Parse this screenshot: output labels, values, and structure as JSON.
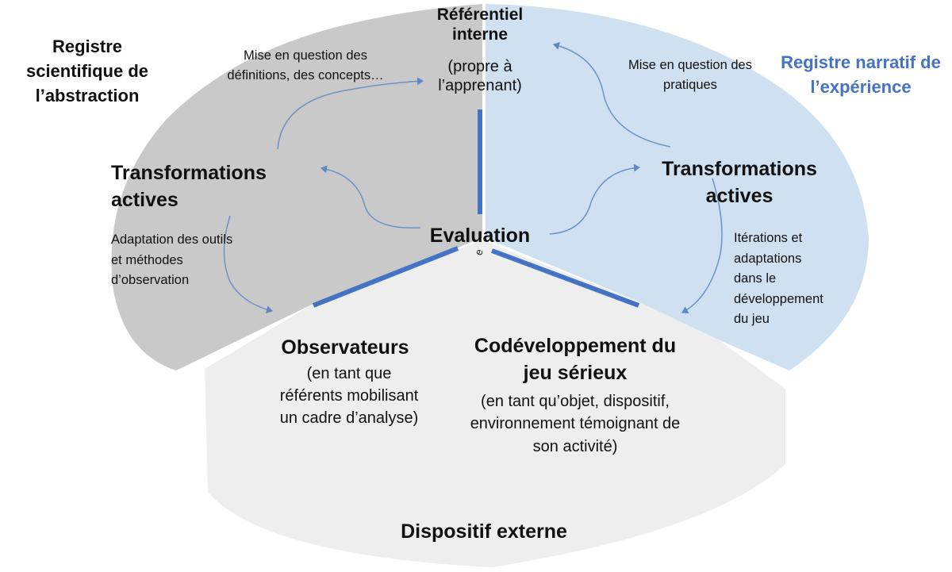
{
  "colors": {
    "left_sector": "#c9c9c9",
    "right_sector": "#cfe0f1",
    "bottom_sector": "#eeeeee",
    "divider": "#4472c4",
    "arrow": "#6c93c7",
    "blue_text": "#4472c4"
  },
  "referentiel": {
    "title": "Référentiel interne",
    "sub": "(propre à l’apprenant)"
  },
  "left_register": {
    "title": "Registre scientifique de l’abstraction"
  },
  "right_register": {
    "title": "Registre narratif de l’expérience"
  },
  "left_question": "Mise en question des définitions, des concepts…",
  "right_question": "Mise en question des pratiques",
  "left_transform": "Transformations actives",
  "right_transform": "Transformations actives",
  "left_adaptation": "Adaptation des outils et méthodes d’observation",
  "right_iterations": "Itérations et adaptations dans le développement du jeu",
  "center": {
    "label": "Evaluation",
    "mark": "e"
  },
  "observateurs": {
    "title": "Observateurs",
    "sub": "(en tant que référents mobilisant un cadre d’analyse)"
  },
  "codev": {
    "title": "Codéveloppement du jeu sérieux",
    "sub": "(en tant qu’objet, dispositif, environnement témoignant de son activité)"
  },
  "external": "Dispositif externe"
}
